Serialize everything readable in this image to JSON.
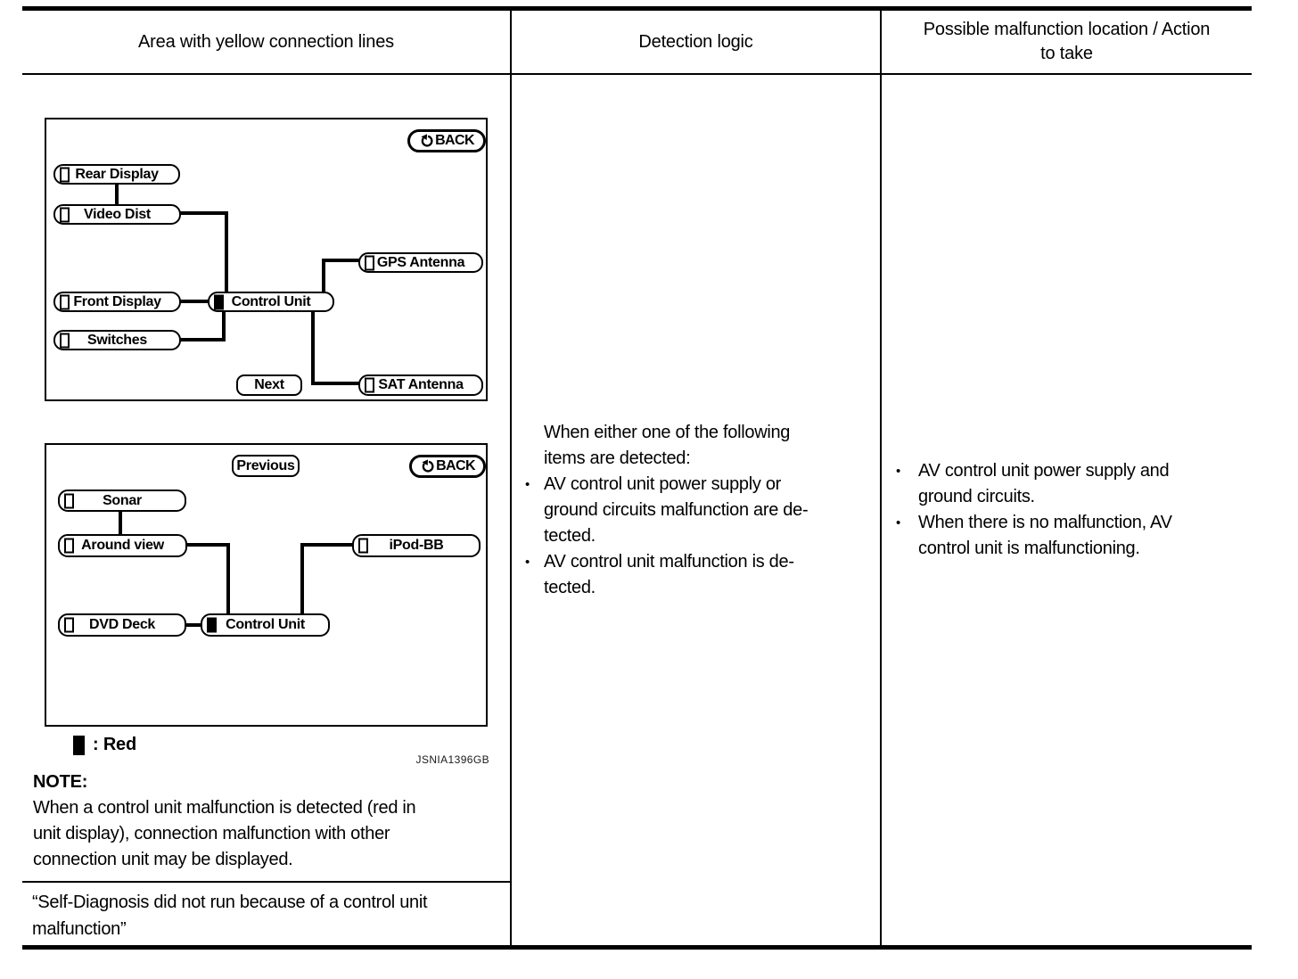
{
  "header": {
    "col1": "Area with yellow connection lines",
    "col2": "Detection logic",
    "col3": "Possible malfunction location / Action\nto take"
  },
  "bullet_char": "•",
  "diagram1": {
    "back": "BACK",
    "next": "Next",
    "rear_display": "Rear Display",
    "video_dist": "Video Dist",
    "gps_antenna": "GPS Antenna",
    "front_display": "Front Display",
    "control_unit": "Control Unit",
    "switches": "Switches",
    "sat_antenna": "SAT Antenna"
  },
  "diagram2": {
    "back": "BACK",
    "previous": "Previous",
    "sonar": "Sonar",
    "around_view": "Around view",
    "ipod_bb": "iPod-BB",
    "dvd_deck": "DVD Deck",
    "control_unit": "Control Unit"
  },
  "legend": {
    "text": ": Red"
  },
  "figure_code": "JSNIA1396GB",
  "note": {
    "title": "NOTE:",
    "body": "When a control unit malfunction is detected (red in\nunit display), connection malfunction with other\nconnection unit may be displayed."
  },
  "self_diagnosis_message": "“Self-Diagnosis did not run because of a control unit\nmalfunction”",
  "detection_logic": {
    "intro": "When either one of the following\nitems are detected:",
    "bullet1": "AV control unit power supply or\nground circuits malfunction are de-\ntected.",
    "bullet2": "AV control unit malfunction is de-\ntected."
  },
  "action": {
    "bullet1": "AV control unit power supply and\nground circuits.",
    "bullet2": "When there is no malfunction, AV\ncontrol unit is malfunctioning."
  },
  "colors": {
    "ink": "#000000",
    "paper": "#ffffff"
  }
}
